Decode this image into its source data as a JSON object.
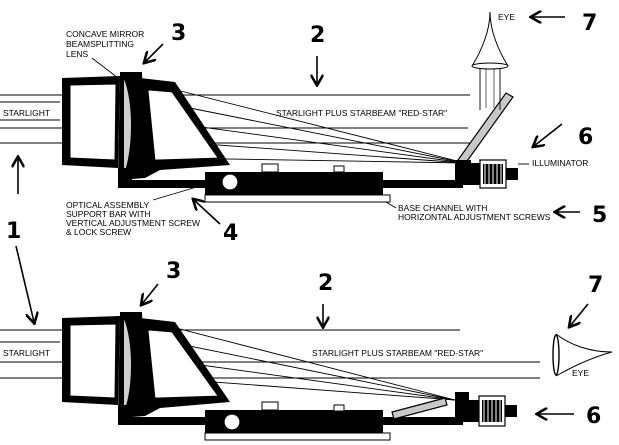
{
  "labels": {
    "concave_mirror_1": "CONCAVE MIRROR",
    "concave_mirror_2": "BEAMSPLITTING",
    "concave_mirror_3": "LENS",
    "starlight_top": "STARLIGHT",
    "starbeam_top": "STARLIGHT PLUS STARBEAM \"RED-STAR\"",
    "eye_top": "EYE",
    "illuminator": "ILLUMINATOR",
    "optical_assembly_1": "OPTICAL ASSEMBLY",
    "optical_assembly_2": "SUPPORT BAR WITH",
    "optical_assembly_3": "VERTICAL ADJUSTMENT SCREW",
    "optical_assembly_4": "& LOCK SCREW",
    "base_channel_1": "BASE CHANNEL WITH",
    "base_channel_2": "HORIZONTAL ADJUSTMENT SCREWS",
    "starlight_bottom": "STARLIGHT",
    "starbeam_bottom": "STARLIGHT PLUS STARBEAM \"RED-STAR\"",
    "eye_bottom": "EYE"
  },
  "callouts": {
    "n1": "1",
    "n2_top": "2",
    "n3_top": "3",
    "n4": "4",
    "n5": "5",
    "n6_top": "6",
    "n7_top": "7",
    "n2_bottom": "2",
    "n3_bottom": "3",
    "n6_bottom": "6",
    "n7_bottom": "7"
  },
  "colors": {
    "ink": "#000000",
    "paper": "#ffffff",
    "glass": "#cfcfcf"
  }
}
